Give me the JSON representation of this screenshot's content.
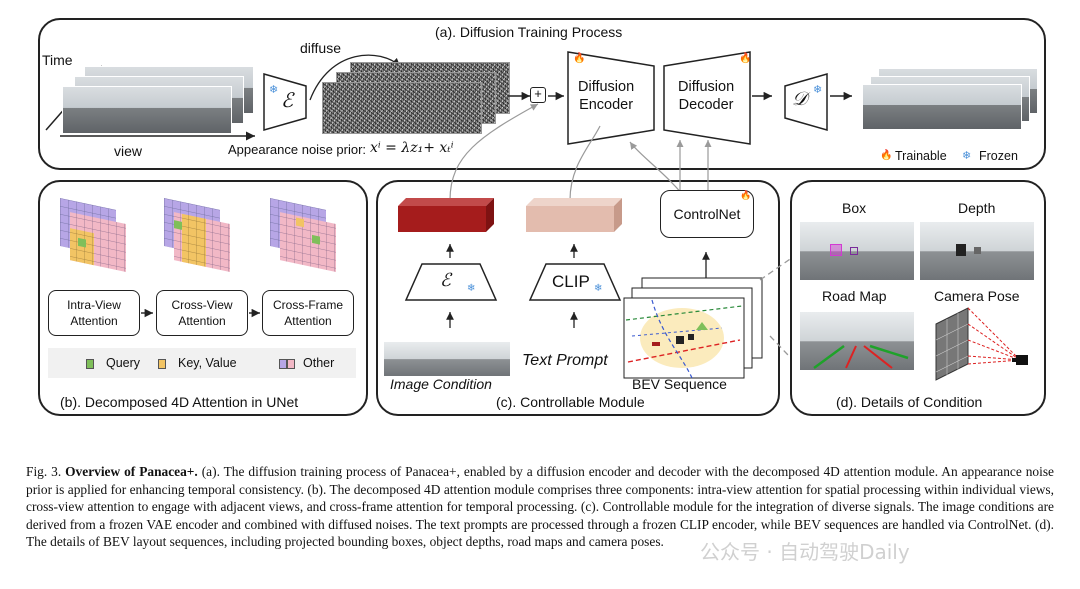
{
  "panel_a": {
    "title": "(a). Diffusion Training Process",
    "time_label": "Time",
    "view_label": "view",
    "diffuse_label": "diffuse",
    "encoder_symbol": "ℰ",
    "decoder_symbol": "𝒟",
    "plus_symbol": "+",
    "diffusion_encoder": "Diffusion\nEncoder",
    "diffusion_decoder": "Diffusion\nDecoder",
    "noise_prior_label": "Appearance noise prior:",
    "noise_prior_formula": "xⁱ = λz₁+ xₜⁱ",
    "legend_trainable": "Trainable",
    "legend_frozen": "Frozen"
  },
  "panel_b": {
    "title": "(b). Decomposed 4D Attention in UNet",
    "intra_view": "Intra-View\nAttention",
    "cross_view": "Cross-View\nAttention",
    "cross_frame": "Cross-Frame\nAttention",
    "legend_query": "Query",
    "legend_key_value": "Key, Value",
    "legend_other": "Other"
  },
  "panel_c": {
    "title": "(c). Controllable Module",
    "controlnet": "ControlNet",
    "encoder_symbol": "ℰ",
    "clip": "CLIP",
    "image_condition": "Image Condition",
    "text_prompt": "Text Prompt",
    "bev_sequence": "BEV Sequence"
  },
  "panel_d": {
    "title": "(d). Details of Condition",
    "box": "Box",
    "depth": "Depth",
    "road_map": "Road Map",
    "camera_pose": "Camera Pose"
  },
  "caption": {
    "fig_label": "Fig. 3.",
    "bold_title": "Overview of Panacea+.",
    "text": "(a). The diffusion training process of Panacea+, enabled by a diffusion encoder and decoder with the decomposed 4D attention module. An appearance noise prior is applied for enhancing temporal consistency. (b). The decomposed 4D attention module comprises three components: intra-view attention for spatial processing within individual views, cross-view attention to engage with adjacent views, and cross-frame attention for temporal processing. (c). Controllable module for the integration of diverse signals. The image conditions are derived from a frozen VAE encoder and combined with diffused noises. The text prompts are processed through a frozen CLIP encoder, while BEV sequences are handled via ControlNet. (d). The details of BEV layout sequences, including projected bounding boxes, object depths, road maps and camera poses."
  },
  "watermark": "公众号 · 自动驾驶Daily",
  "icons": {
    "trainable": "flame-icon",
    "frozen": "snowflake-icon"
  },
  "colors": {
    "trainable": "#f07a2a",
    "frozen": "#4a90d9",
    "query": "#7fbf5a",
    "key_value": "#f2c464",
    "other_purple": "#b7a6e6",
    "other_pink": "#f2b8c6",
    "image_feature": "#a51c1c",
    "text_feature": "#e3bcae"
  }
}
